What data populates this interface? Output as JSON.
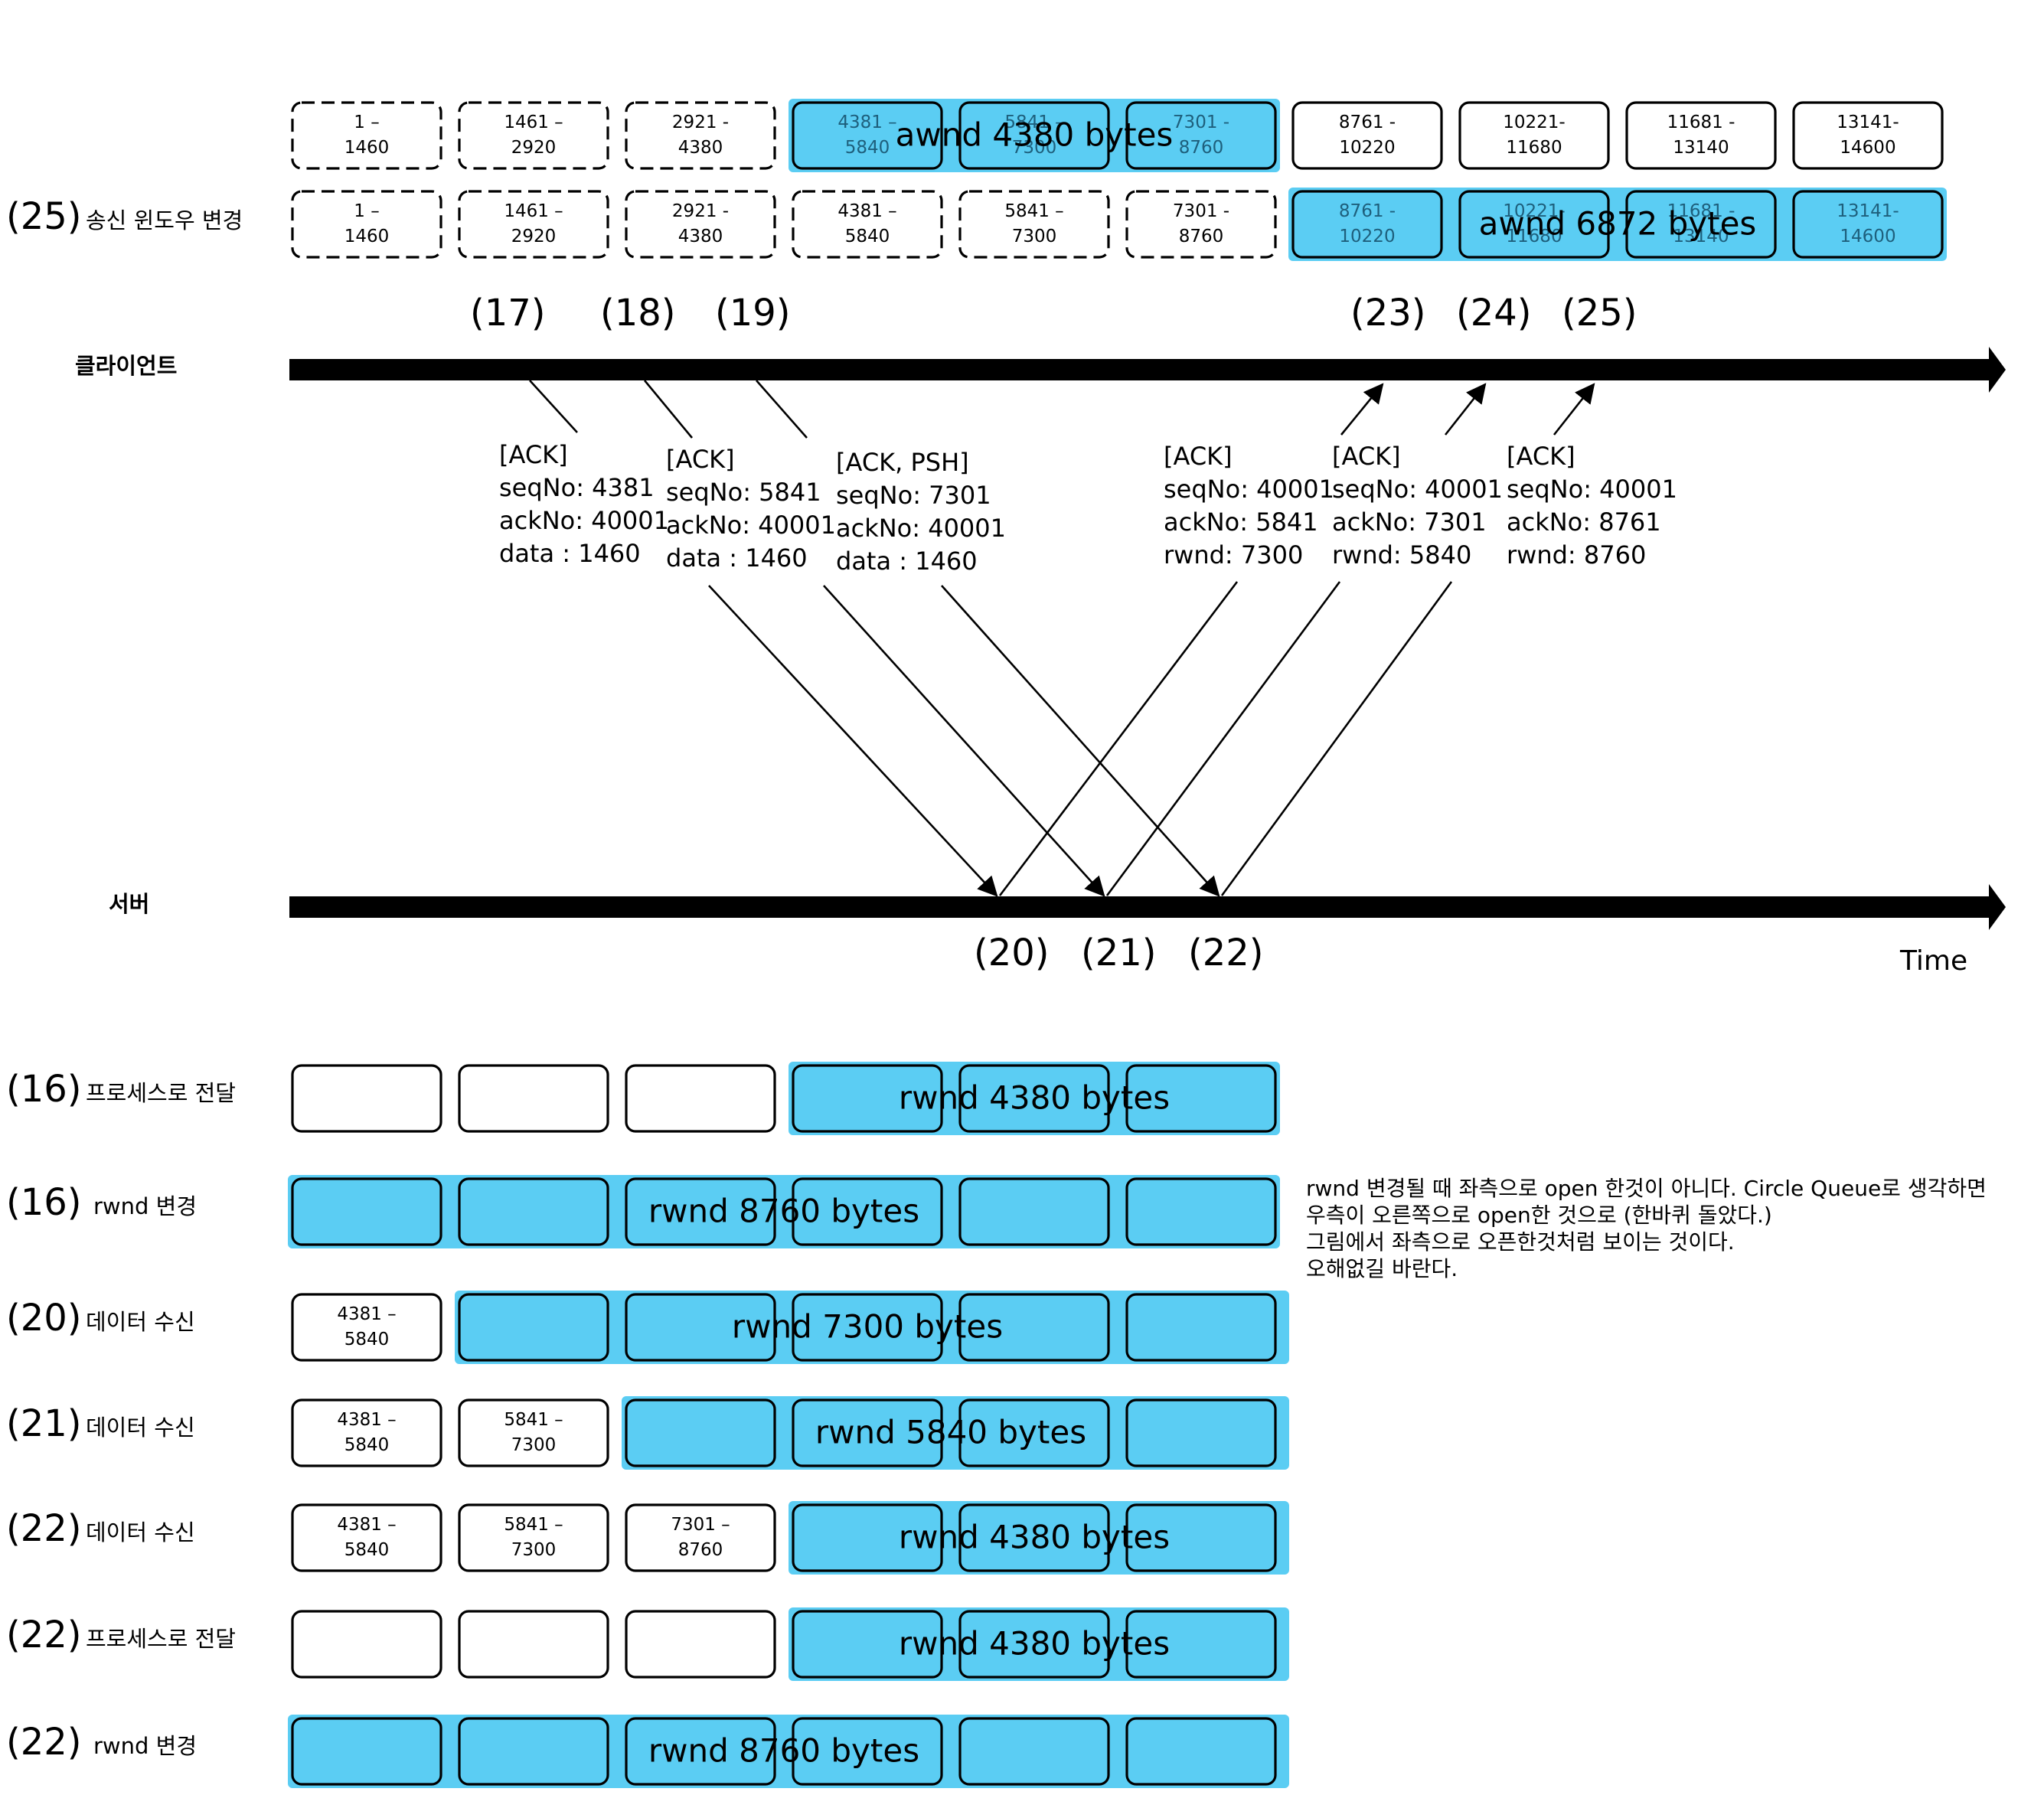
{
  "sender_window": {
    "rows": [
      {
        "label": "",
        "segments": [
          "1 –\n1460",
          "1461 –\n2920",
          "2921 -\n4380",
          "4381 –\n5840",
          "5841 –\n7300",
          "7301 -\n8760",
          "8761 -\n10220",
          "10221-\n11680",
          "11681 -\n13140",
          "13141-\n14600"
        ],
        "styles": [
          "dash",
          "dash",
          "dash",
          "blue",
          "blue",
          "blue",
          "plain",
          "plain",
          "plain",
          "plain"
        ],
        "window_label": "awnd 4380 bytes"
      },
      {
        "label": "(25) 송신 윈도우 변경",
        "segments": [
          "1 –\n1460",
          "1461 –\n2920",
          "2921 -\n4380",
          "4381 –\n5840",
          "5841 –\n7300",
          "7301 -\n8760",
          "8761 -\n10220",
          "10221-\n11680",
          "11681 -\n13140",
          "13141-\n14600"
        ],
        "styles": [
          "dash",
          "dash",
          "dash",
          "dash",
          "dash",
          "dash",
          "blue",
          "blue",
          "blue",
          "blue"
        ],
        "window_label": "awnd 6872 bytes"
      }
    ]
  },
  "timeline": {
    "client_label": "클라이언트",
    "server_label": "서버",
    "time_label": "Time",
    "client_steps": [
      "(17)",
      "(18)",
      "(19)",
      "(23)",
      "(24)",
      "(25)"
    ],
    "server_steps": [
      "(20)",
      "(21)",
      "(22)"
    ],
    "messages": [
      {
        "lines": [
          "[ACK]",
          "seqNo: 4381",
          "ackNo: 40001",
          "data : 1460"
        ]
      },
      {
        "lines": [
          "[ACK]",
          "seqNo: 5841",
          "ackNo: 40001",
          "data : 1460"
        ]
      },
      {
        "lines": [
          "[ACK, PSH]",
          "seqNo: 7301",
          "ackNo: 40001",
          "data : 1460"
        ]
      },
      {
        "lines": [
          "[ACK]",
          "seqNo: 40001",
          "ackNo: 5841",
          "rwnd: 7300"
        ]
      },
      {
        "lines": [
          "[ACK]",
          "seqNo: 40001",
          "ackNo: 7301",
          "rwnd: 5840"
        ]
      },
      {
        "lines": [
          "[ACK]",
          "seqNo: 40001",
          "ackNo: 8761",
          "rwnd: 8760"
        ]
      }
    ]
  },
  "receiver_window": {
    "rows": [
      {
        "label": "(16) 프로세스로 전달",
        "segments": [
          "",
          "",
          "",
          "",
          "",
          ""
        ],
        "styles": [
          "plain",
          "plain",
          "plain",
          "blue",
          "blue",
          "blue"
        ],
        "window_label": "rwnd 4380 bytes"
      },
      {
        "label": "(16) rwnd 변경",
        "segments": [
          "",
          "",
          "",
          "",
          "",
          ""
        ],
        "styles": [
          "blue",
          "blue",
          "blue",
          "blue",
          "blue",
          "blue"
        ],
        "window_label": "rwnd 8760 bytes"
      },
      {
        "label": "(20) 데이터 수신",
        "segments": [
          "4381 –\n5840",
          "",
          "",
          "",
          "",
          ""
        ],
        "styles": [
          "plain",
          "blue",
          "blue",
          "blue",
          "blue",
          "blue"
        ],
        "window_label": "rwnd 7300 bytes"
      },
      {
        "label": "(21) 데이터 수신",
        "segments": [
          "4381 –\n5840",
          "5841 –\n7300",
          "",
          "",
          "",
          ""
        ],
        "styles": [
          "plain",
          "plain",
          "blue",
          "blue",
          "blue",
          "blue"
        ],
        "window_label": "rwnd 5840 bytes"
      },
      {
        "label": "(22) 데이터 수신",
        "segments": [
          "4381 –\n5840",
          "5841 –\n7300",
          "7301 –\n8760",
          "",
          "",
          ""
        ],
        "styles": [
          "plain",
          "plain",
          "plain",
          "blue",
          "blue",
          "blue"
        ],
        "window_label": "rwnd 4380 bytes"
      },
      {
        "label": "(22) 프로세스로 전달",
        "segments": [
          "",
          "",
          "",
          "",
          "",
          ""
        ],
        "styles": [
          "plain",
          "plain",
          "plain",
          "blue",
          "blue",
          "blue"
        ],
        "window_label": "rwnd 4380 bytes"
      },
      {
        "label": "(22) rwnd 변경",
        "segments": [
          "",
          "",
          "",
          "",
          "",
          ""
        ],
        "styles": [
          "blue",
          "blue",
          "blue",
          "blue",
          "blue",
          "blue"
        ],
        "window_label": "rwnd 8760 bytes"
      }
    ]
  },
  "note": {
    "lines": [
      "rwnd 변경될 때 좌측으로 open 한것이 아니다. Circle Queue로 생각하면",
      "우측이 오른쪽으로 open한 것으로 (한바퀴 돌았다.)",
      "그림에서 좌측으로 오픈한것처럼 보이는 것이다.",
      "오해없길 바란다."
    ]
  },
  "colors": {
    "window_fill": "#5bcdf3",
    "outline": "#000000",
    "segment_text_in_window": "#1e5f7c"
  }
}
